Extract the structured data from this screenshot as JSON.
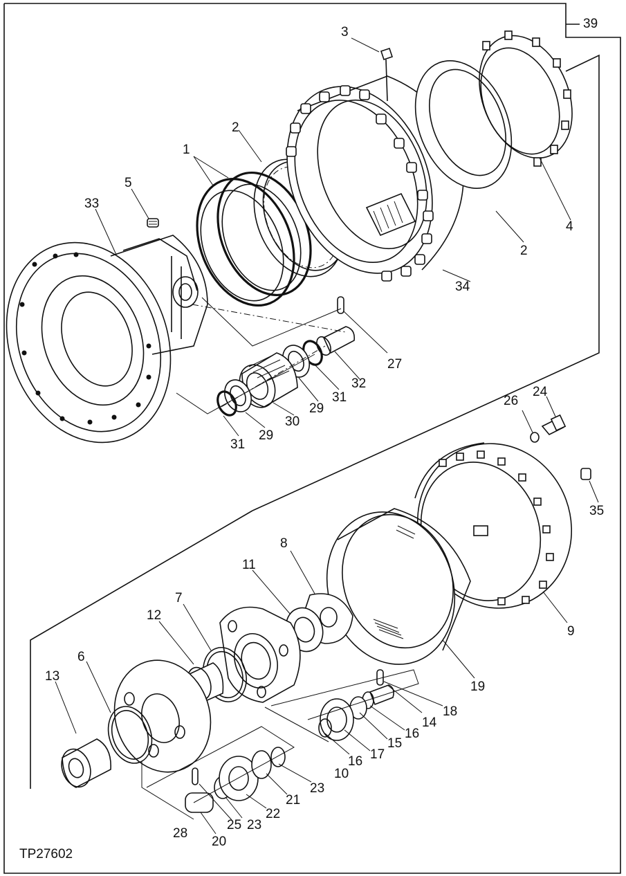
{
  "figure_code": "TP27602",
  "callouts": {
    "c1": "1",
    "c2a": "2",
    "c2b": "2",
    "c3": "3",
    "c4": "4",
    "c5": "5",
    "c6": "6",
    "c7": "7",
    "c8": "8",
    "c9": "9",
    "c10": "10",
    "c11": "11",
    "c12": "12",
    "c13": "13",
    "c14": "14",
    "c15": "15",
    "c16a": "16",
    "c16b": "16",
    "c17": "17",
    "c18": "18",
    "c19": "19",
    "c20": "20",
    "c21": "21",
    "c22": "22",
    "c23a": "23",
    "c23b": "23",
    "c24": "24",
    "c25": "25",
    "c26": "26",
    "c27": "27",
    "c28": "28",
    "c29a": "29",
    "c29b": "29",
    "c30": "30",
    "c31a": "31",
    "c31b": "31",
    "c32": "32",
    "c33": "33",
    "c34": "34",
    "c35": "35",
    "c39": "39"
  }
}
